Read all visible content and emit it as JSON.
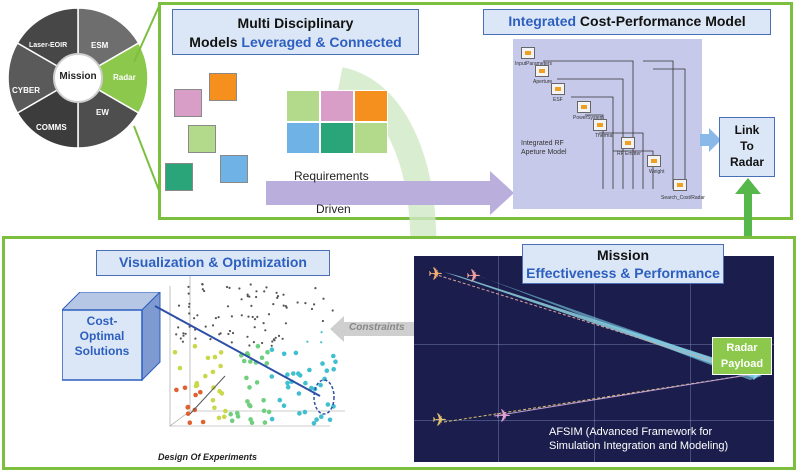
{
  "wheel": {
    "center": "Mission",
    "segments": [
      "ESM",
      "Radar",
      "EW",
      "COMMS",
      "CYBER",
      "Laser-EOIR"
    ],
    "highlight_color": "#8cc84b"
  },
  "top_panel": {
    "multi_title_line1": "Multi Disciplinary",
    "multi_title_line2_a": "Models ",
    "multi_title_line2_b": "Leveraged & Connected",
    "integrated_title_a": "Integrated",
    "integrated_title_b": " Cost-Performance Model",
    "requirements_label": "Requirements",
    "driven_label": "Driven",
    "model_caption_line1": "Integrated RF",
    "model_caption_line2": "Apeture Model",
    "model_blocks": [
      "InputParameters",
      "Aperture",
      "ESF",
      "PowerSystem",
      "Thermal",
      "RF Emitter",
      "Weight",
      "Search_Cost/Radar"
    ]
  },
  "link_box": {
    "line1": "Link",
    "line2": "To",
    "line3": "Radar"
  },
  "bottom_panel": {
    "viz_title": "Visualization & Optimization",
    "cube_line1": "Cost-",
    "cube_line2": "Optimal",
    "cube_line3": "Solutions",
    "constraints_label": "Constraints",
    "doe_label": "Design Of Experiments",
    "mission_title_line1": "Mission",
    "mission_title_line2": "Effectiveness & Performance",
    "radar_payload_line1": "Radar",
    "radar_payload_line2": "Payload",
    "afsim_line1": "AFSIM (Advanced Framework for",
    "afsim_line2": "Simulation Integration and Modeling)"
  },
  "colors": {
    "panel_border": "#7cbf3f",
    "title_fill": "#dbe7f6",
    "title_border": "#4a6fb5",
    "accent_blue": "#2d5fbf",
    "map_bg": "#1b1e4c",
    "green_arrow": "#56b84a"
  }
}
